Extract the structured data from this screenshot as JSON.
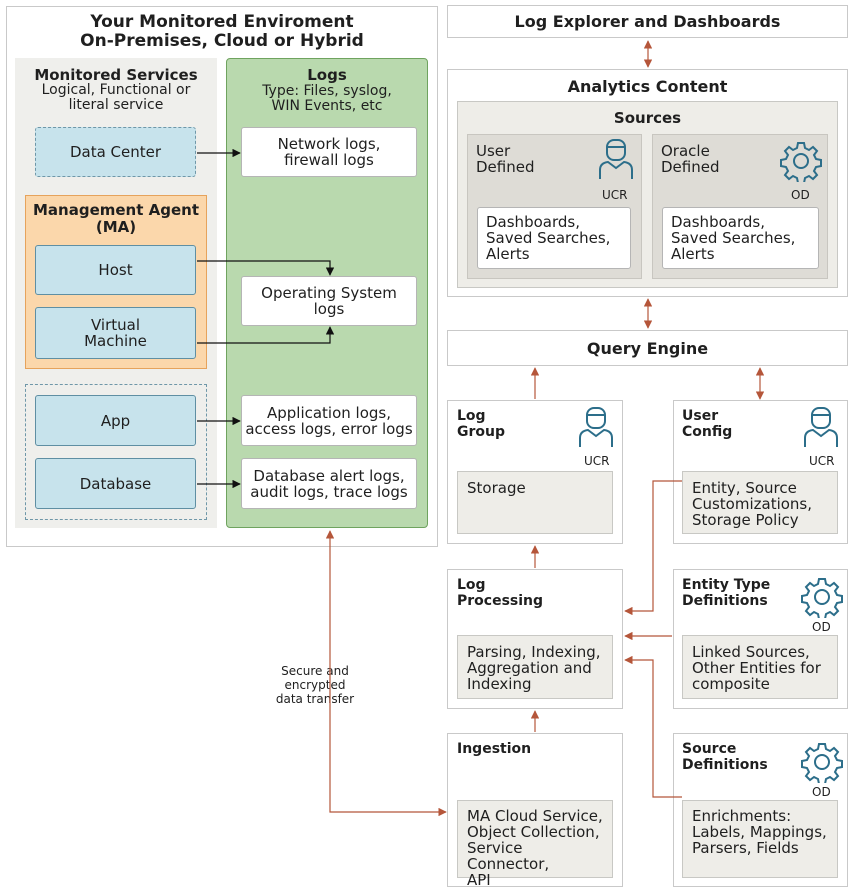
{
  "left_panel": {
    "title_line1": "Your Monitored Enviroment",
    "title_line2": "On-Premises, Cloud or Hybrid",
    "monitored_services": {
      "title": "Monitored Services",
      "subtitle": "Logical, Functional or\nliteral service",
      "data_center": "Data Center"
    },
    "management_agent": {
      "title": "Management Agent\n(MA)",
      "host": "Host",
      "vm": "Virtual\nMachine"
    },
    "app": "App",
    "database": "Database",
    "logs": {
      "title": "Logs",
      "subtitle": "Type: Files, syslog,\nWIN Events, etc",
      "network": "Network logs,\nfirewall logs",
      "os": "Operating System\nlogs",
      "application": "Application logs,\naccess logs, error logs",
      "database": "Database alert logs,\naudit logs, trace logs"
    }
  },
  "transfer_label": "Secure and encrypted\ndata transfer",
  "right": {
    "log_explorer": "Log Explorer and Dashboards",
    "analytics": {
      "title": "Analytics Content",
      "sources_title": "Sources",
      "user_defined": "User\nDefined",
      "user_badge": "UCR",
      "user_content": "Dashboards,\nSaved Searches,\nAlerts",
      "oracle_defined": "Oracle\nDefined",
      "oracle_badge": "OD",
      "oracle_content": "Dashboards,\nSaved Searches,\nAlerts"
    },
    "query_engine": "Query Engine",
    "log_group": {
      "title": "Log\nGroup",
      "badge": "UCR",
      "content": "Storage"
    },
    "user_config": {
      "title": "User\nConfig",
      "badge": "UCR",
      "content": "Entity, Source\nCustomizations,\nStorage Policy"
    },
    "log_processing": {
      "title": "Log\nProcessing",
      "content": "Parsing, Indexing,\nAggregation and\nIndexing"
    },
    "entity_type": {
      "title": "Entity Type\nDefinitions",
      "badge": "OD",
      "content": "Linked Sources,\nOther Entities for\ncomposite"
    },
    "ingestion": {
      "title": "Ingestion",
      "content": "MA Cloud Service,\nObject Collection,\nService Connector,\nAPI"
    },
    "source_defs": {
      "title": "Source\nDefinitions",
      "badge": "OD",
      "content": "Enrichments:\nLabels, Mappings,\nParsers, Fields"
    }
  },
  "colors": {
    "arrow": "#b5563a",
    "green": "#b9d9ae",
    "blue": "#c7e3ec",
    "orange": "#fbd7ab",
    "grey": "#efefec"
  },
  "icons": [
    "user-icon",
    "gear-icon"
  ]
}
